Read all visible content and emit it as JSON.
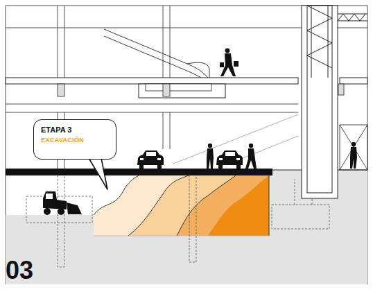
{
  "diagram": {
    "nodes": [
      {
        "text": [
          "ETAPA 3",
          "EXCAVACIÓN"
        ]
      }
    ],
    "labels": [
      "03"
    ]
  }
}
